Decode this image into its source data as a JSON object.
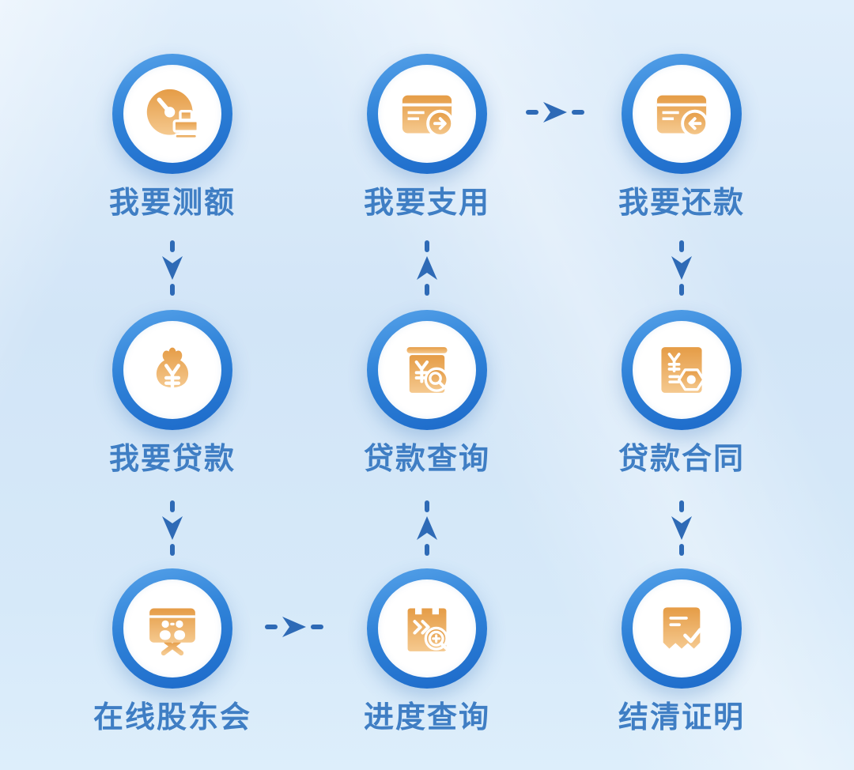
{
  "colors": {
    "background": "#d7e8f9",
    "ring_gradient_top": "#56a2e9",
    "ring_gradient_bottom": "#1c69c9",
    "icon_gold_top": "#e59c46",
    "icon_gold_bottom": "#f5c98f",
    "arrow_blue": "#2e6ab6",
    "label_blue": "#3f7ec4"
  },
  "features": [
    {
      "label": "我要测额",
      "icon": "gauge-stamp-icon"
    },
    {
      "label": "我要支用",
      "icon": "card-arrow-right-icon"
    },
    {
      "label": "我要还款",
      "icon": "card-arrow-left-icon"
    },
    {
      "label": "我要贷款",
      "icon": "money-bag-yuan-icon"
    },
    {
      "label": "贷款查询",
      "icon": "loan-search-icon"
    },
    {
      "label": "贷款合同",
      "icon": "contract-seal-icon"
    },
    {
      "label": "在线股东会",
      "icon": "meeting-board-icon"
    },
    {
      "label": "进度查询",
      "icon": "progress-search-icon"
    },
    {
      "label": "结清证明",
      "icon": "receipt-check-icon"
    }
  ],
  "flow_arrows": [
    {
      "from": "我要支用",
      "to": "我要还款",
      "direction": "right"
    },
    {
      "from": "我要测额",
      "to": "我要贷款",
      "direction": "down"
    },
    {
      "from": "贷款查询",
      "to": "我要支用",
      "direction": "up"
    },
    {
      "from": "我要还款",
      "to": "贷款合同",
      "direction": "down"
    },
    {
      "from": "我要贷款",
      "to": "在线股东会",
      "direction": "down"
    },
    {
      "from": "进度查询",
      "to": "贷款查询",
      "direction": "up"
    },
    {
      "from": "贷款合同",
      "to": "结清证明",
      "direction": "down"
    },
    {
      "from": "在线股东会",
      "to": "进度查询",
      "direction": "right"
    }
  ]
}
